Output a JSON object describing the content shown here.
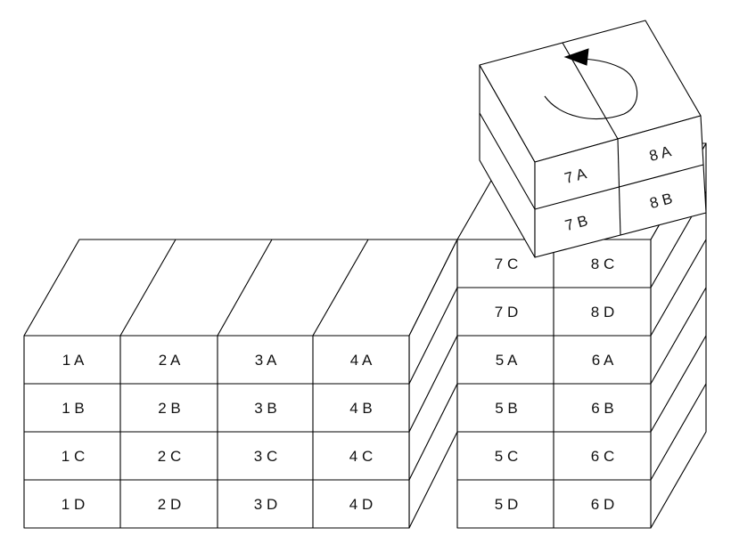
{
  "left_block": {
    "rows": [
      [
        "1 A",
        "2 A",
        "3 A",
        "4 A"
      ],
      [
        "1 B",
        "2 B",
        "3 B",
        "4 B"
      ],
      [
        "1 C",
        "2 C",
        "3 C",
        "4 C"
      ],
      [
        "1 D",
        "2 D",
        "3 D",
        "4 D"
      ]
    ]
  },
  "right_block": {
    "rows": [
      [
        "7 C",
        "8 C"
      ],
      [
        "7 D",
        "8 D"
      ],
      [
        "5 A",
        "6 A"
      ],
      [
        "5 B",
        "6 B"
      ],
      [
        "5 C",
        "6 C"
      ],
      [
        "5 D",
        "6 D"
      ]
    ]
  },
  "rotating_block": {
    "rows": [
      [
        "7 A",
        "8 A"
      ],
      [
        "7 B",
        "8 B"
      ]
    ],
    "rotation_arrow": "counterclockwise-rotation-icon"
  }
}
